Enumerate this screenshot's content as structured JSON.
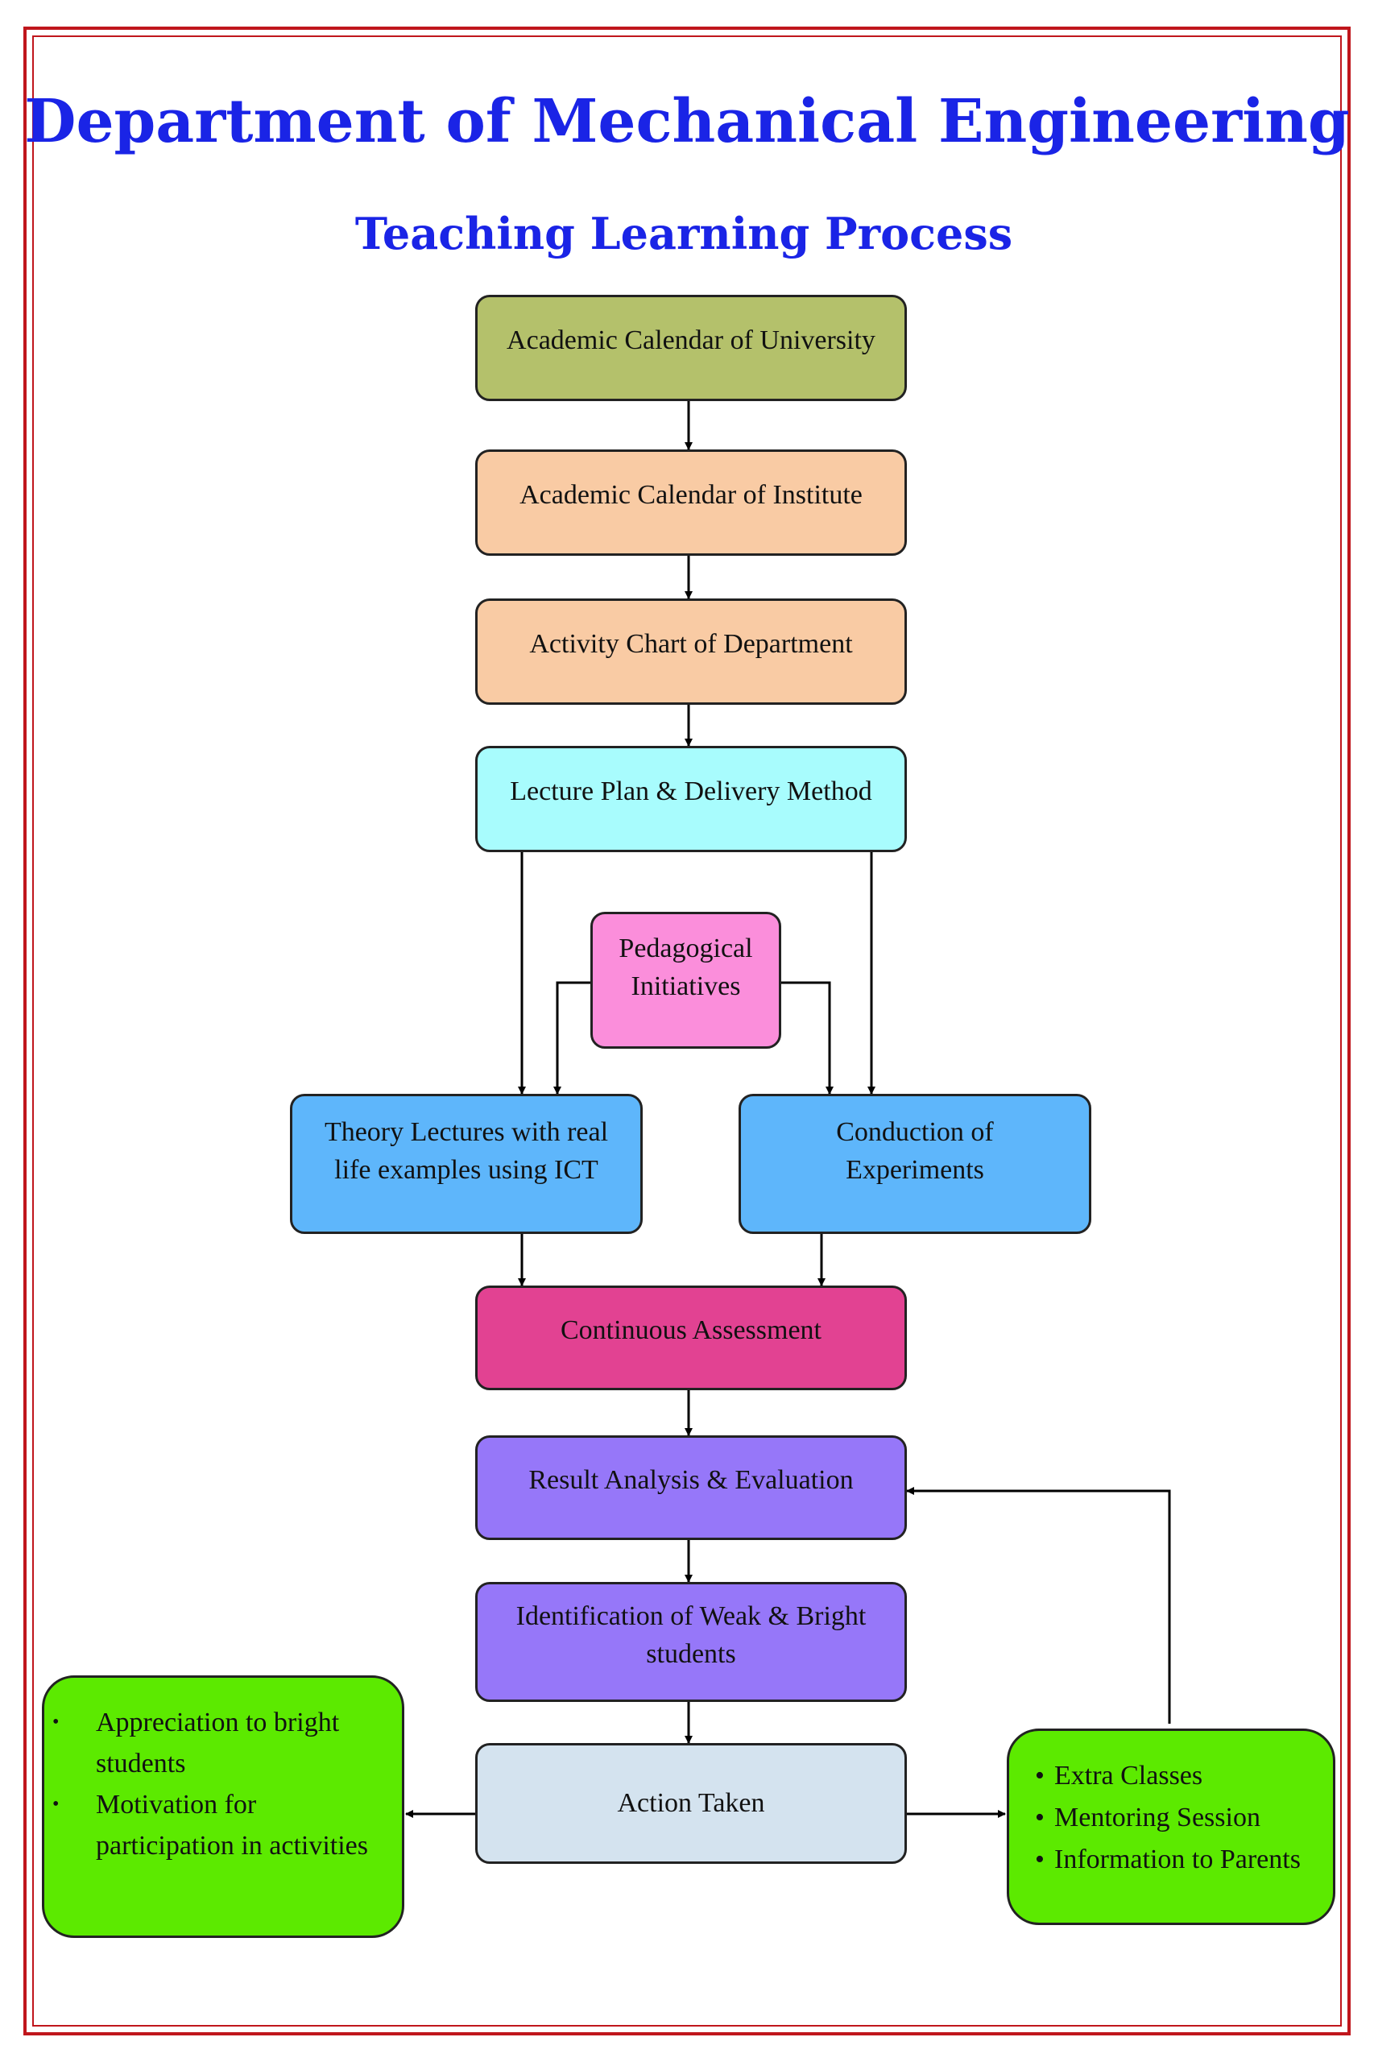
{
  "header": {
    "title": "Department of Mechanical Engineering",
    "subtitle": "Teaching Learning Process"
  },
  "nodes": {
    "calendar_university": "Academic Calendar of University",
    "calendar_institute": "Academic Calendar of Institute",
    "activity_chart": "Activity Chart of Department",
    "lecture_plan": "Lecture Plan & Delivery Method",
    "pedagogical_line1": "Pedagogical",
    "pedagogical_line2": "Initiatives",
    "theory_line1": "Theory Lectures with real",
    "theory_line2": "life examples using ICT",
    "conduction_line1": "Conduction of",
    "conduction_line2": "Experiments",
    "continuous_assessment": "Continuous Assessment",
    "result_analysis": "Result Analysis & Evaluation",
    "identification_line1": "Identification of Weak & Bright",
    "identification_line2": "students",
    "action_taken": "Action Taken"
  },
  "left_actions": {
    "bullet": "•",
    "items": [
      {
        "line1": "Appreciation to bright",
        "line2": "students"
      },
      {
        "line1": "Motivation for",
        "line2": "participation in activities"
      }
    ]
  },
  "right_actions": {
    "bullet": "•",
    "items": [
      "Extra Classes",
      "Mentoring Session",
      "Information to Parents"
    ]
  },
  "colors": {
    "title": "#1a24e6",
    "frame": "#c0161c",
    "olive": "#b4c16b",
    "peach": "#f9cba4",
    "cyan": "#a8fcfd",
    "pink": "#fb8edb",
    "blue": "#5eb6fb",
    "magenta": "#e24292",
    "purple": "#9677f9",
    "lightblue": "#d4e3ef",
    "green": "#5cea00"
  }
}
